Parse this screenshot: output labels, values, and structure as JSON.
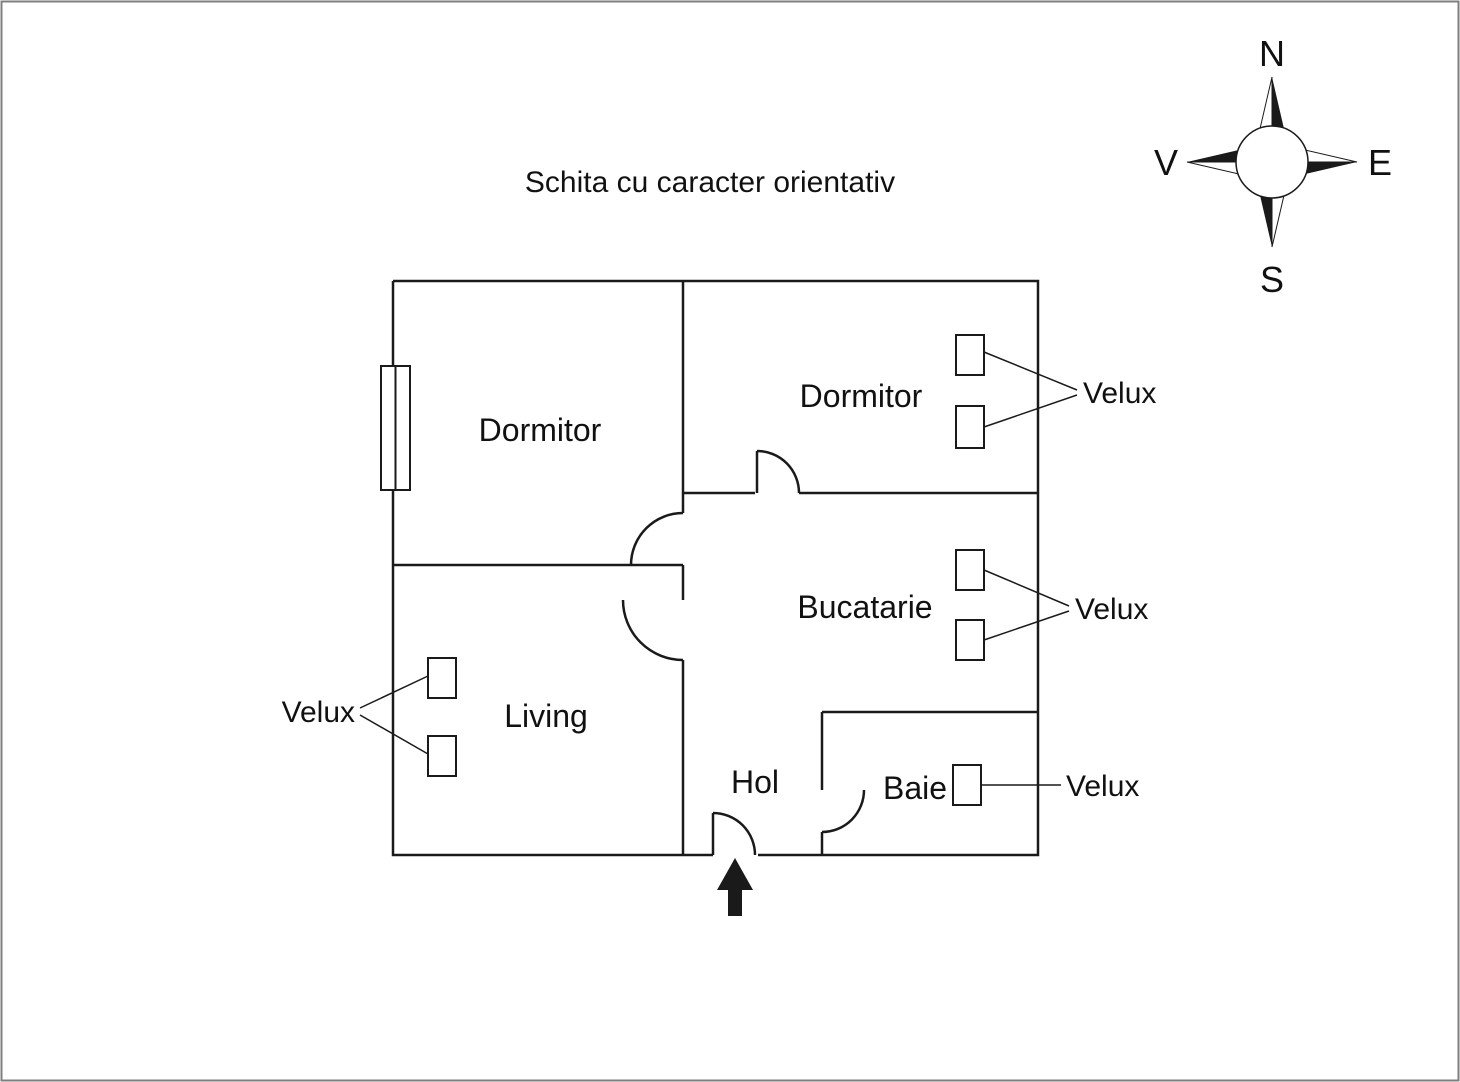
{
  "title": "Schita cu caracter orientativ",
  "compass": {
    "north": "N",
    "east": "E",
    "south": "S",
    "west": "V"
  },
  "rooms": {
    "dormitor1": "Dormitor",
    "dormitor2": "Dormitor",
    "bucatarie": "Bucatarie",
    "living": "Living",
    "hol": "Hol",
    "baie": "Baie"
  },
  "velux": {
    "dormitor2": "Velux",
    "bucatarie": "Velux",
    "living": "Velux",
    "baie": "Velux"
  },
  "colors": {
    "line": "#1a1a1a",
    "page_border": "#7f7f7f",
    "background": "#ffffff"
  }
}
